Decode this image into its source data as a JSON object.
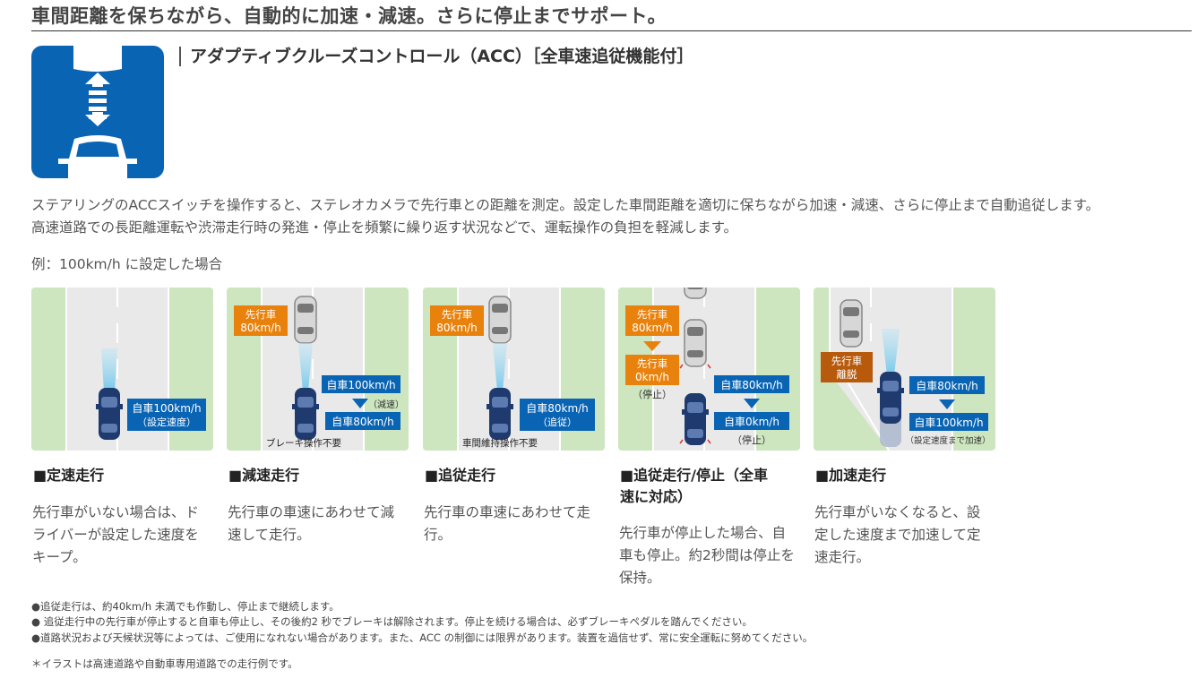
{
  "headline": "車間距離を保ちながら、自動的に加速・減速。さらに停止までサポート。",
  "feature_title": "アダプティブクルーズコントロール（ACC）［全車速追従機能付］",
  "description": [
    "ステアリングのACCスイッチを操作すると、ステレオカメラで先行車との距離を測定。設定した車間距離を適切に保ちながら加速・減速、さらに停止まで自動追従します。",
    "高速道路での長距離運転や渋滞走行時の発進・停止を頻繁に繰り返す状況などで、運転操作の負担を軽減します。"
  ],
  "example": "例：100km/h に設定した場合",
  "panels": [
    {
      "own_label": [
        "自車100km/h",
        "（設定速度）"
      ],
      "title": "■定速走行",
      "desc": "先行車がいない場合は、ドライバーが設定した速度をキープ。"
    },
    {
      "lead_label": [
        "先行車",
        "80km/h"
      ],
      "own_before": "自車100km/h",
      "change": "（減速）",
      "own_after": "自車80km/h",
      "footer": "ブレーキ操作不要",
      "title": "■減速走行",
      "desc": "先行車の車速にあわせて減速して走行。"
    },
    {
      "lead_label": [
        "先行車",
        "80km/h"
      ],
      "own_label": [
        "自車80km/h",
        "（追従）"
      ],
      "footer": "車間維持操作不要",
      "title": "■追従走行",
      "desc": "先行車の車速にあわせて走行。"
    },
    {
      "lead_before": [
        "先行車",
        "80km/h"
      ],
      "lead_after": [
        "先行車",
        "0km/h"
      ],
      "lead_stop": "（停止）",
      "own_before": "自車80km/h",
      "own_after": "自車0km/h",
      "own_stop": "（停止）",
      "title": "■追従走行/停止（全車速に対応）",
      "desc": "先行車が停止した場合、自車も停止。約2秒間は停止を保持。"
    },
    {
      "lead_label": [
        "先行車",
        "離脱"
      ],
      "own_before": "自車80km/h",
      "own_after": "自車100km/h",
      "change": "（設定速度まで加速）",
      "title": "■加速走行",
      "desc": "先行車がいなくなると、設定した速度まで加速して定速走行。"
    }
  ],
  "notes": [
    "●追従走行は、約40km/h 未満でも作動し、停止まで継続します。",
    "● 追従走行中の先行車が停止すると自車も停止し、その後約2 秒でブレーキは解除されます。停止を続ける場合は、必ずブレーキペダルを踏んでください。",
    "●道路状況および天候状況等によっては、ご使用になれない場合があります。また、ACC の制御には限界があります。装置を過信せず、常に安全運転に努めてください。"
  ],
  "footnote": "＊イラストは高速道路や自動車専用道路での走行例です。",
  "colors": {
    "blue": "#0a64b4",
    "orange": "#e8820c",
    "brown": "#b85a0c",
    "grass": "#cde6bf",
    "road": "#e9e9e9"
  }
}
